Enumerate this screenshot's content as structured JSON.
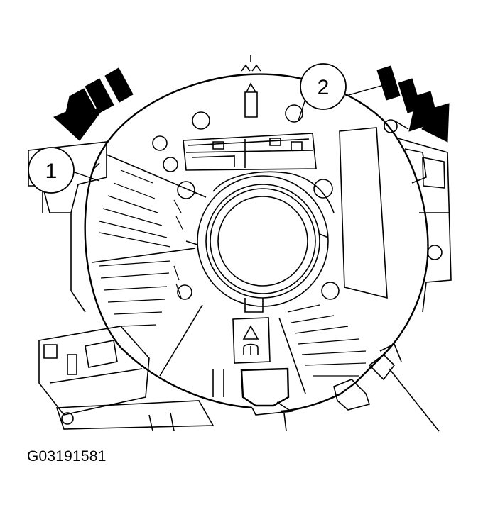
{
  "callouts": [
    {
      "label": "1"
    },
    {
      "label": "2"
    }
  ],
  "figure_id": "G03191581",
  "colors": {
    "line": "#000000",
    "background": "#ffffff"
  }
}
